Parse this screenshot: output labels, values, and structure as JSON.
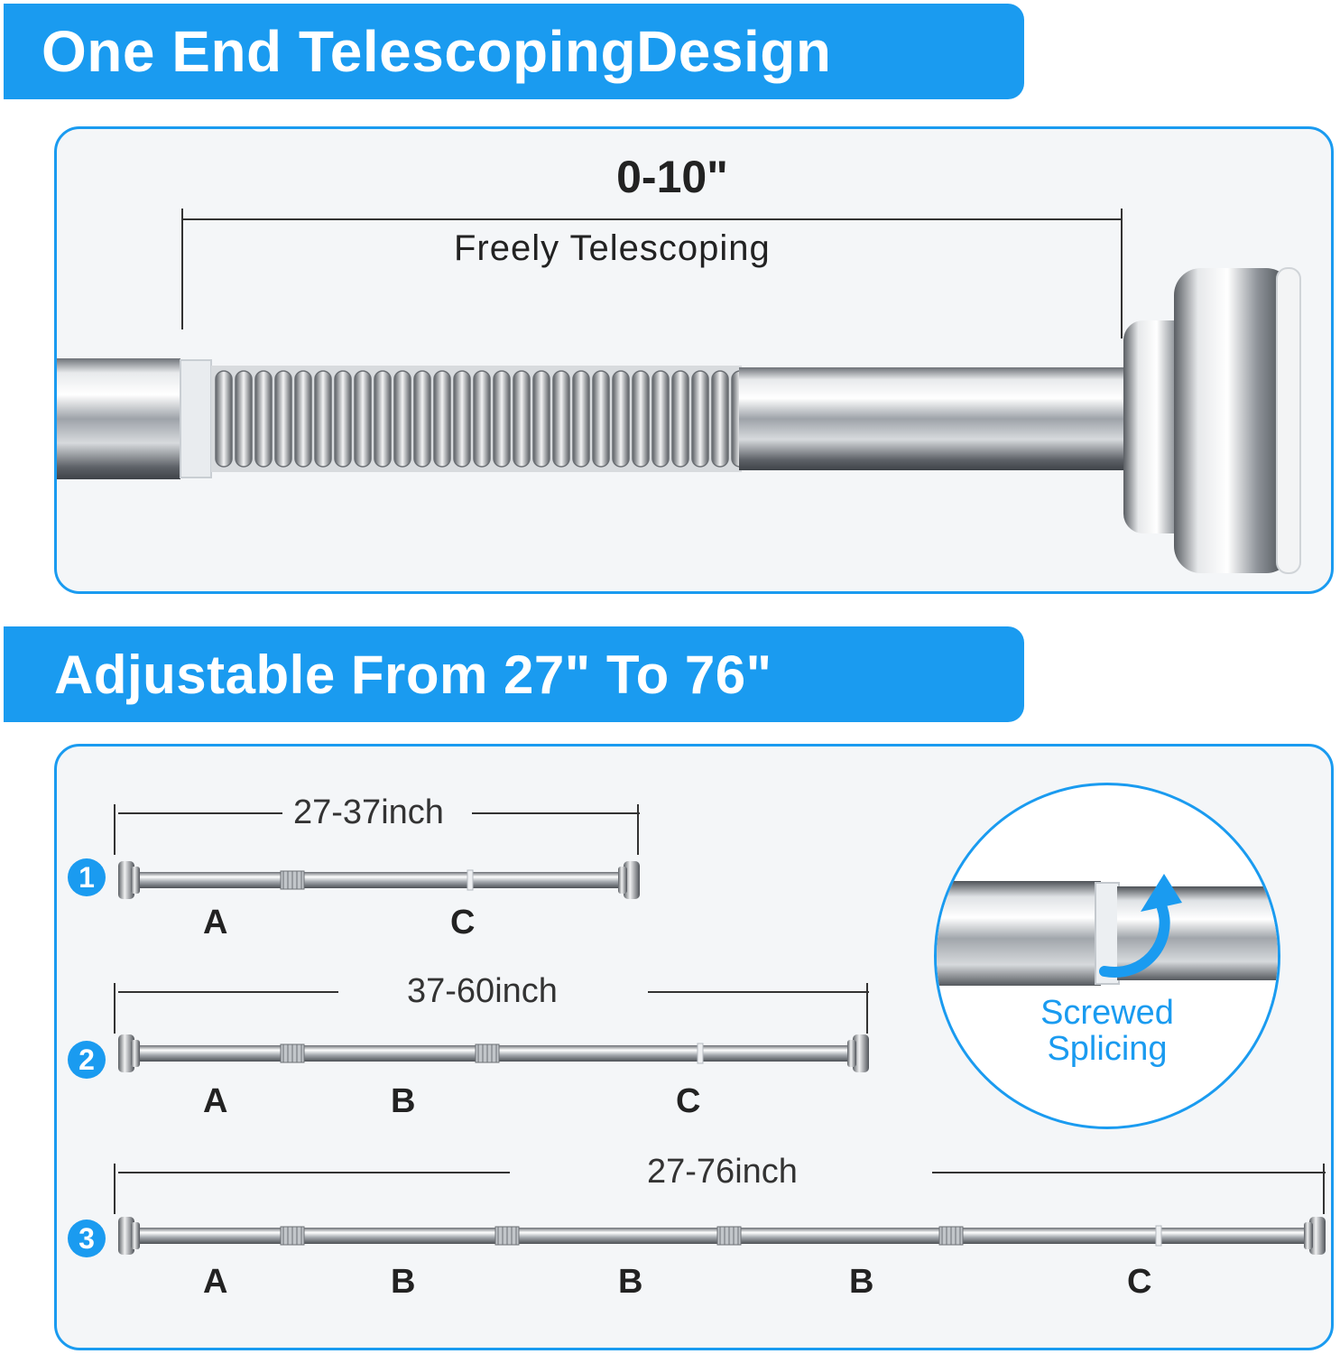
{
  "top_banner": {
    "title": "One End TelescopingDesign"
  },
  "telescope_detail": {
    "range": "0-10\"",
    "caption": "Freely Telescoping"
  },
  "bottom_banner": {
    "title": "Adjustable From 27\" To 76\""
  },
  "configurations": [
    {
      "number": "1",
      "length": "27-37inch",
      "segments": [
        "A",
        "C"
      ]
    },
    {
      "number": "2",
      "length": "37-60inch",
      "segments": [
        "A",
        "B",
        "C"
      ]
    },
    {
      "number": "3",
      "length": "27-76inch",
      "segments": [
        "A",
        "B",
        "B",
        "B",
        "C"
      ]
    }
  ],
  "zoom_callout": {
    "line1": "Screwed",
    "line2": "Splicing"
  },
  "colors": {
    "accent": "#1a9bf0",
    "panel_bg": "#f4f6f8",
    "chrome": "#b8bcc2"
  }
}
